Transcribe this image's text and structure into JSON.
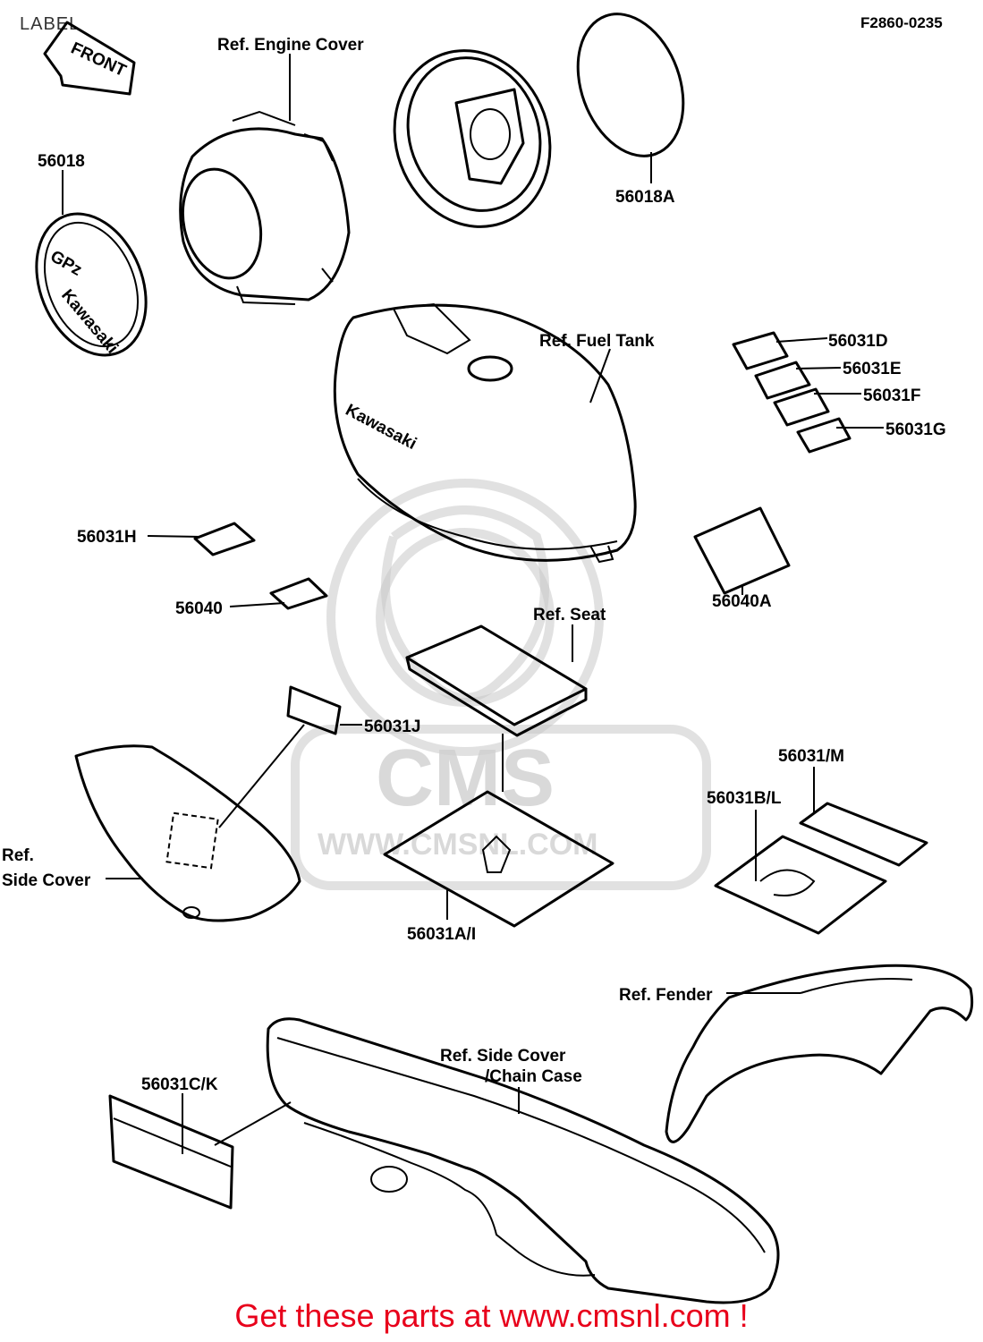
{
  "page": {
    "title": "LABEL",
    "diagram_code": "F2860-0235",
    "footer_text": "Get these parts at www.cmsnl.com !"
  },
  "watermark": {
    "brand": "CMS",
    "url": "WWW.CMSNL.COM"
  },
  "decals": {
    "front": "FRONT",
    "gpz": "GPz",
    "gpz_sub": "Kawasaki",
    "tank": "Kawasaki"
  },
  "labels": {
    "ref_engine_cover": "Ref. Engine Cover",
    "p56018": "56018",
    "p56018A": "56018A",
    "ref_fuel_tank": "Ref. Fuel Tank",
    "p56031D": "56031D",
    "p56031E": "56031E",
    "p56031F": "56031F",
    "p56031G": "56031G",
    "p56031H": "56031H",
    "p56040": "56040",
    "p56040A": "56040A",
    "ref_seat": "Ref. Seat",
    "p56031J": "56031J",
    "ref_side_cover_1": "Ref.",
    "ref_side_cover_2": "Side Cover",
    "p56031AI": "56031A/I",
    "p56031M": "56031/M",
    "p56031BL": "56031B/L",
    "ref_fender": "Ref. Fender",
    "ref_chain_case_1": "Ref. Side Cover",
    "ref_chain_case_2": "/Chain Case",
    "p56031CK": "56031C/K"
  }
}
